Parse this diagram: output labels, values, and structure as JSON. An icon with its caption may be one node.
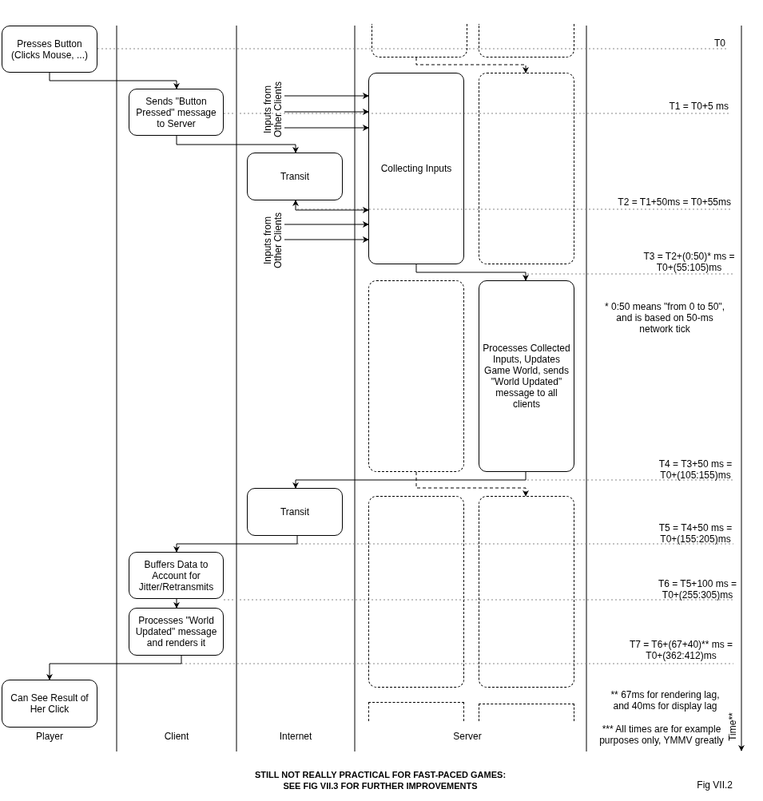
{
  "diagram": {
    "caption": "STILL NOT REALLY PRACTICAL FOR FAST-PACED GAMES: SEE FIG VII.3 FOR FURTHER IMPROVEMENTS",
    "nodes": [
      {
        "text": [
          "Presses Button (Clicks Mouse, ...)"
        ]
      },
      {
        "text": [
          "Sends \"Button Pressed\" message to Server"
        ]
      },
      {
        "text": [],
        "shape": "box"
      },
      {
        "text": [],
        "shape": "box"
      },
      {
        "text": [
          "Inputs from Other Clients"
        ]
      },
      {
        "text": [
          "Collecting Inputs"
        ]
      },
      {
        "text": [],
        "shape": "box"
      },
      {
        "text": [
          "Transit"
        ]
      },
      {
        "text": [
          "Inputs from Other Clients"
        ]
      },
      {
        "text": [],
        "shape": "box"
      },
      {
        "text": [
          "Processes Collected Inputs, Updates Game World, sends \"World Updated\" message to all clients"
        ]
      },
      {
        "text": [
          "Transit"
        ]
      },
      {
        "text": [],
        "shape": "box"
      },
      {
        "text": [],
        "shape": "box"
      },
      {
        "text": [
          "Buffers Data to Account for Jitter/Retransmits"
        ]
      },
      {
        "text": [
          "Processes \"World Updated\" message and renders it"
        ]
      },
      {
        "text": [
          "Can See Result of Her Click"
        ]
      },
      {
        "text": [],
        "shape": "box"
      },
      {
        "text": [],
        "shape": "box"
      }
    ],
    "edges": [
      {
        "from": 0,
        "to": 1,
        "arrow": "to"
      },
      {
        "from": 1,
        "to": 7,
        "arrow": "to"
      },
      {
        "from": 2,
        "to": 6,
        "arrow": "to",
        "style": "dashed"
      },
      {
        "from": 4,
        "to": 5,
        "arrow": "to"
      },
      {
        "from": 4,
        "to": 5,
        "arrow": "to"
      },
      {
        "from": 4,
        "to": 5,
        "arrow": "to"
      },
      {
        "from": 7,
        "to": 5,
        "arrow": "both"
      },
      {
        "from": 8,
        "to": 5,
        "arrow": "to"
      },
      {
        "from": 8,
        "to": 5,
        "arrow": "to"
      },
      {
        "from": 5,
        "to": 10,
        "arrow": "to"
      },
      {
        "from": 10,
        "to": 11,
        "arrow": "to"
      },
      {
        "from": 9,
        "to": 13,
        "arrow": "to",
        "style": "dashed"
      },
      {
        "from": 11,
        "to": 14,
        "arrow": "to"
      },
      {
        "from": 14,
        "to": 15,
        "arrow": "to"
      },
      {
        "from": 15,
        "to": 16,
        "arrow": "to"
      }
    ],
    "labels": [
      "T0",
      "T1 = T0+5 ms",
      "T2 = T1+50ms = T0+55ms",
      "T3 = T2+(0:50)* ms = T0+(55:105)ms",
      "* 0:50 means \"from 0 to 50\", and is based on 50-ms network tick",
      "T4 = T3+50 ms = T0+(105:155)ms",
      "T5 = T4+50 ms = T0+(155:205)ms",
      "T6 = T5+100 ms = T0+(255:305)ms",
      "T7 = T6+(67+40)** ms = T0+(362:412)ms",
      "** 67ms for rendering lag, and 40ms for display lag",
      "Player",
      "Client",
      "Internet",
      "Server",
      "*** All times are for example purposes only, YMMV greatly",
      "Time**",
      "Fig VII.2"
    ]
  }
}
